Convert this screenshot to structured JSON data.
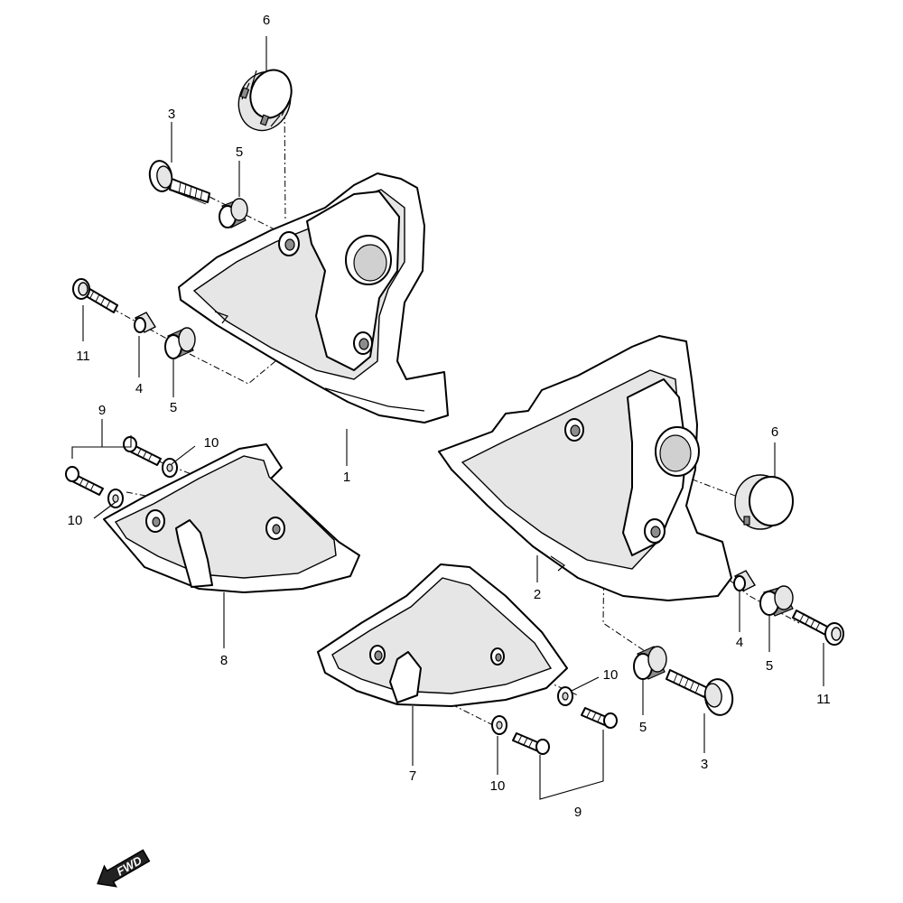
{
  "callouts": {
    "c1": "1",
    "c2": "2",
    "c3a": "3",
    "c3b": "3",
    "c4a": "4",
    "c4b": "4",
    "c5a": "5",
    "c5b": "5",
    "c5c": "5",
    "c5d": "5",
    "c6a": "6",
    "c6b": "6",
    "c7": "7",
    "c8": "8",
    "c9a": "9",
    "c9b": "9",
    "c10a": "10",
    "c10b": "10",
    "c10c": "10",
    "c10d": "10",
    "c11a": "11",
    "c11b": "11"
  },
  "fwd_label": "FWD"
}
